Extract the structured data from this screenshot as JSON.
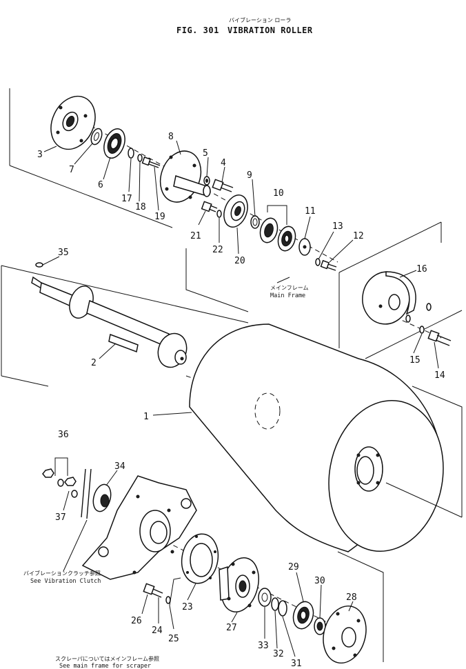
{
  "header": {
    "title_jp": "バイブレーション ローラ",
    "fig_label": "FIG. 301",
    "title": "VIBRATION ROLLER"
  },
  "notes": {
    "main_frame_jp": "メインフレーム",
    "main_frame": "Main Frame",
    "clutch_jp": "バイブレーションクラッチ参照",
    "clutch": "See Vibration Clutch",
    "scraper_jp": "スクレーパについてはメインフレーム参照",
    "scraper": "See main frame for scraper"
  },
  "callouts": [
    "1",
    "2",
    "3",
    "4",
    "5",
    "6",
    "7",
    "8",
    "9",
    "10",
    "11",
    "12",
    "13",
    "14",
    "15",
    "16",
    "17",
    "18",
    "19",
    "20",
    "21",
    "22",
    "23",
    "24",
    "25",
    "26",
    "27",
    "28",
    "29",
    "30",
    "31",
    "32",
    "33",
    "34",
    "35",
    "36",
    "37"
  ]
}
